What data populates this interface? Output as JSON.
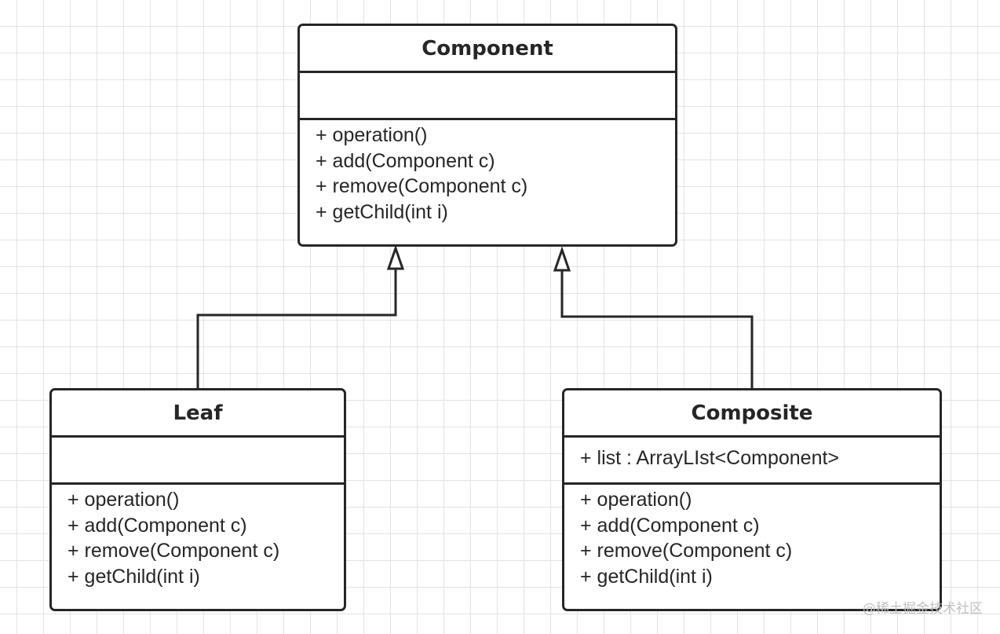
{
  "classes": {
    "component": {
      "name": "Component",
      "attributes": [],
      "operations": [
        "+ operation()",
        "+ add(Component c)",
        "+ remove(Component c)",
        "+ getChild(int i)"
      ]
    },
    "leaf": {
      "name": "Leaf",
      "attributes": [],
      "operations": [
        "+ operation()",
        "+ add(Component c)",
        "+ remove(Component c)",
        "+ getChild(int i)"
      ]
    },
    "composite": {
      "name": "Composite",
      "attributes": [
        "+ list : ArrayLIst<Component>"
      ],
      "operations": [
        "+ operation()",
        "+ add(Component c)",
        "+ remove(Component c)",
        "+ getChild(int i)"
      ]
    }
  },
  "relations": [
    {
      "type": "generalization",
      "from": "leaf",
      "to": "component"
    },
    {
      "type": "generalization",
      "from": "composite",
      "to": "component"
    }
  ],
  "watermark": "@稀土掘金技术社区",
  "colors": {
    "line": "#262626",
    "grid": "#e3e3e3",
    "watermark": "#c0c0c0"
  }
}
